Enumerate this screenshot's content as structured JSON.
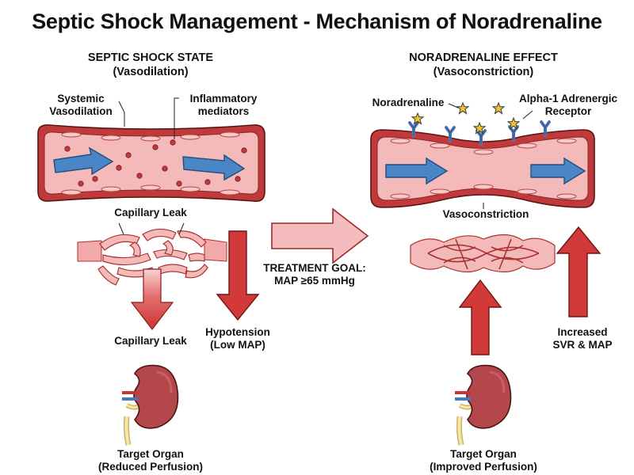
{
  "title": "Septic Shock Management - Mechanism of Noradrenaline",
  "left": {
    "heading": "SEPTIC SHOCK STATE",
    "subheading": "(Vasodilation)",
    "vasodilation_label_1": "Systemic",
    "vasodilation_label_2": "Vasodilation",
    "mediators_label_1": "Inflammatory",
    "mediators_label_2": "mediators",
    "capillary_leak_top": "Capillary Leak",
    "capillary_leak_bottom": "Capillary Leak",
    "hypotension_1": "Hypotension",
    "hypotension_2": "(Low MAP)",
    "organ_1": "Target Organ",
    "organ_2": "(Reduced Perfusion)"
  },
  "center": {
    "goal_1": "TREATMENT GOAL:",
    "goal_2": "MAP ≥65 mmHg"
  },
  "right": {
    "heading": "NORADRENALINE EFFECT",
    "subheading": "(Vasoconstriction)",
    "noradrenaline_label": "Noradrenaline",
    "receptor_1": "Alpha-1 Adrenergic",
    "receptor_2": "Receptor",
    "vasoconstriction_label": "Vasoconstriction",
    "svr_1": "Increased",
    "svr_2": "SVR & MAP",
    "organ_1": "Target Organ",
    "organ_2": "(Improved Perfusion)"
  },
  "colors": {
    "vessel_wall": "#c0393b",
    "vessel_inner": "#f4b9b9",
    "flow_arrow": "#4a86c5",
    "red_arrow": "#d23a3a",
    "kidney": "#b4474b",
    "noradrenaline_star": "#f1c232",
    "receptor": "#4e78b5",
    "center_arrow": "#f4bcbc"
  }
}
